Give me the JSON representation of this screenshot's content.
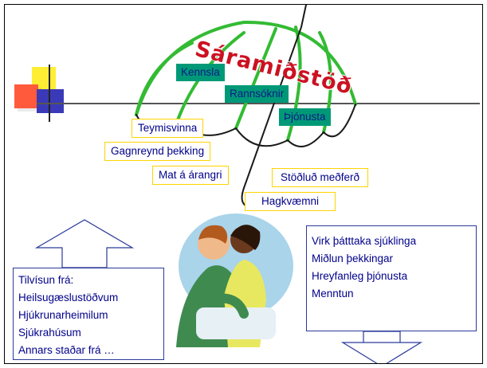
{
  "title": "Sáramiðstöð",
  "umbrella_tags": [
    "Kennsla",
    "Rannsóknir",
    "Þjónusta"
  ],
  "left_tags": [
    "Teymisvinna",
    "Gagnreynd þekking",
    "Mat á árangri"
  ],
  "right_tags": [
    "Stöðluð meðferð",
    "Hagkvæmni"
  ],
  "inflow": {
    "heading": "Tilvísun frá:",
    "items": [
      "Heilsugæslustöðvum",
      "Hjúkrunarheimilum",
      "Sjúkrahúsum",
      "Annars staðar frá …"
    ]
  },
  "outflow": {
    "items": [
      "Virk þátttaka sjúklinga",
      "Miðlun þekkingar",
      "Hreyfanleg þjónusta",
      "Menntun"
    ]
  },
  "colors": {
    "umbrella": "#33bb33",
    "umbrella_tag_bg": "#009977",
    "tag_border": "#ffd400",
    "text_blue": "#00008b",
    "title_red": "#cc1122"
  }
}
